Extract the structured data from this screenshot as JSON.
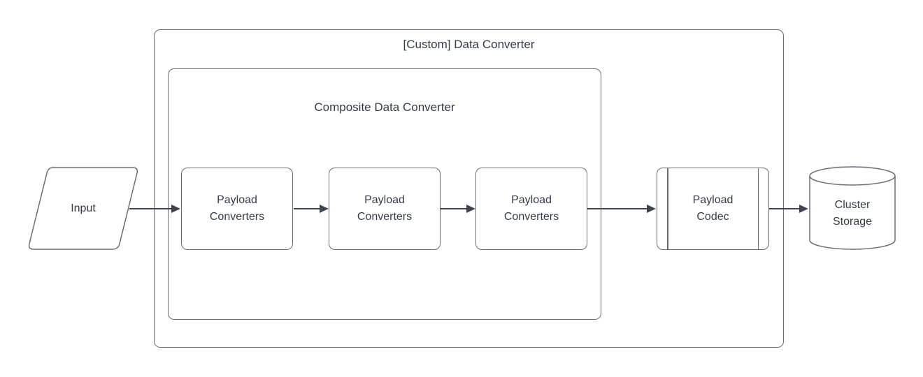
{
  "diagram": {
    "type": "flowchart",
    "containers": {
      "outer": {
        "title": "[Custom] Data Converter"
      },
      "inner": {
        "title": "Composite Data Converter"
      }
    },
    "nodes": {
      "input": {
        "label": "Input",
        "shape": "parallelogram"
      },
      "payload_converter_1": {
        "label": "Payload Converters",
        "shape": "rounded-rectangle"
      },
      "payload_converter_2": {
        "label": "Payload Converters",
        "shape": "rounded-rectangle"
      },
      "payload_converter_3": {
        "label": "Payload Converters",
        "shape": "rounded-rectangle"
      },
      "payload_codec": {
        "label": "Payload Codec",
        "shape": "predefined-process"
      },
      "cluster_storage": {
        "label": "Cluster Storage",
        "shape": "cylinder"
      }
    },
    "edges": [
      {
        "from": "input",
        "to": "payload_converter_1"
      },
      {
        "from": "payload_converter_1",
        "to": "payload_converter_2"
      },
      {
        "from": "payload_converter_2",
        "to": "payload_converter_3"
      },
      {
        "from": "payload_converter_3",
        "to": "payload_codec"
      },
      {
        "from": "payload_codec",
        "to": "cluster_storage"
      }
    ],
    "colors": {
      "background": "#ffffff",
      "shape_stroke": "#686d75",
      "arrow": "#3e4450",
      "text": "#343b49"
    }
  }
}
